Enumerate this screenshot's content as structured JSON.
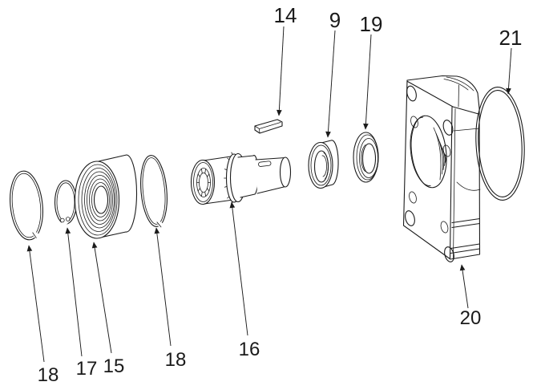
{
  "diagram": {
    "kind": "exploded-parts-diagram",
    "background_color": "#ffffff",
    "line_color": "#1b1b1b",
    "label_color": "#1a1a1a",
    "callouts": [
      {
        "id": "part-14",
        "text": "14"
      },
      {
        "id": "part-9",
        "text": "9"
      },
      {
        "id": "part-19",
        "text": "19"
      },
      {
        "id": "part-21",
        "text": "21"
      },
      {
        "id": "part-18-left",
        "text": "18"
      },
      {
        "id": "part-17",
        "text": "17"
      },
      {
        "id": "part-15",
        "text": "15"
      },
      {
        "id": "part-18-right",
        "text": "18"
      },
      {
        "id": "part-16",
        "text": "16"
      },
      {
        "id": "part-20",
        "text": "20"
      }
    ]
  }
}
